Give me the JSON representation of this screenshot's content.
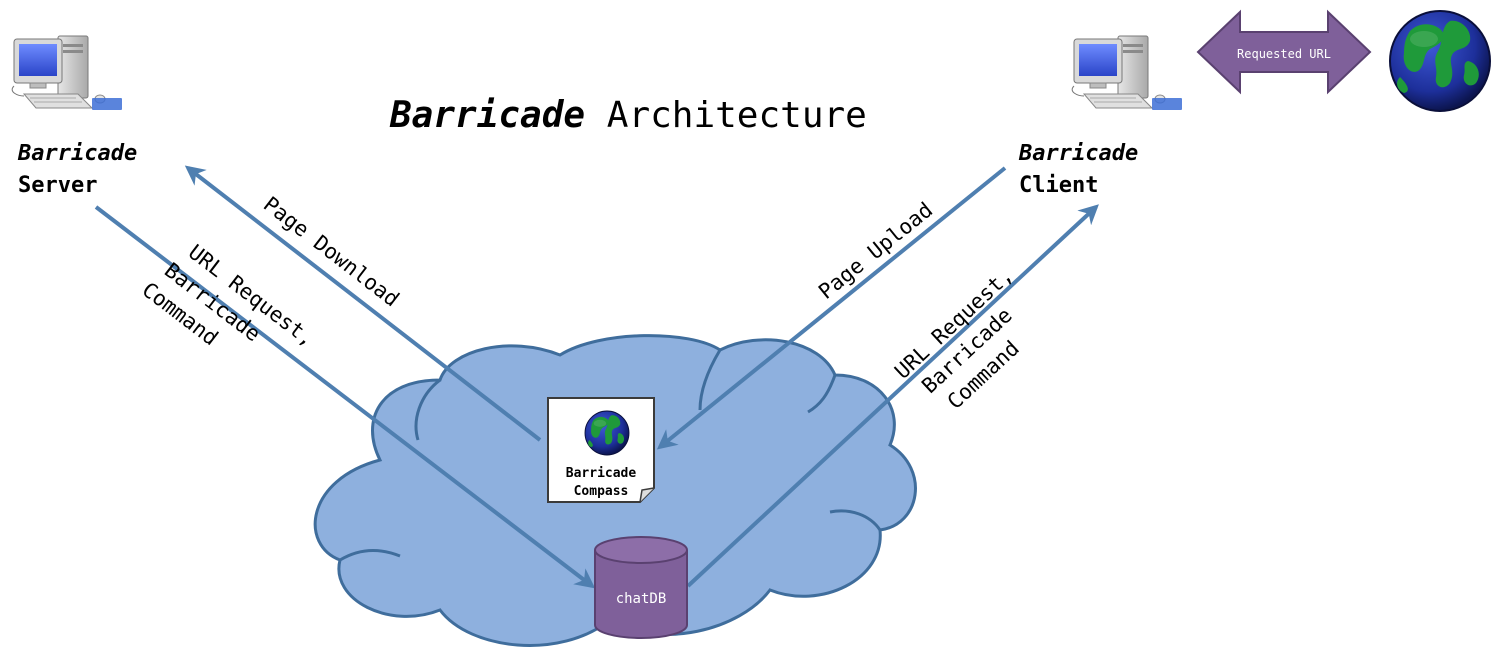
{
  "title": {
    "emphasis": "Barricade",
    "rest": "Architecture"
  },
  "server": {
    "line1": "Barricade",
    "line2": "Server"
  },
  "client": {
    "line1": "Barricade",
    "line2": "Client"
  },
  "arrows": {
    "page_download": "Page Download",
    "page_upload": "Page Upload",
    "left_request": {
      "line1": "URL Request,",
      "line2": "Barricade",
      "line3": "Command"
    },
    "right_request": {
      "line1": "URL Request,",
      "line2": "Barricade",
      "line3": "Command"
    }
  },
  "requested_url": "Requested URL",
  "compass": {
    "line1": "Barricade",
    "line2": "Compass"
  },
  "database": "chatDB",
  "colors": {
    "arrow": "#4f7fb0",
    "cloud_fill": "#8eb0de",
    "cloud_stroke": "#3f6d9c",
    "purple": "#7f609a",
    "purple_stroke": "#5a4170",
    "globe_ocean": "#1d2f9a",
    "globe_land": "#1f9a3a"
  },
  "icons": [
    "desktop-computer-icon",
    "globe-icon",
    "document-icon",
    "database-cylinder-icon",
    "double-arrow-icon"
  ]
}
